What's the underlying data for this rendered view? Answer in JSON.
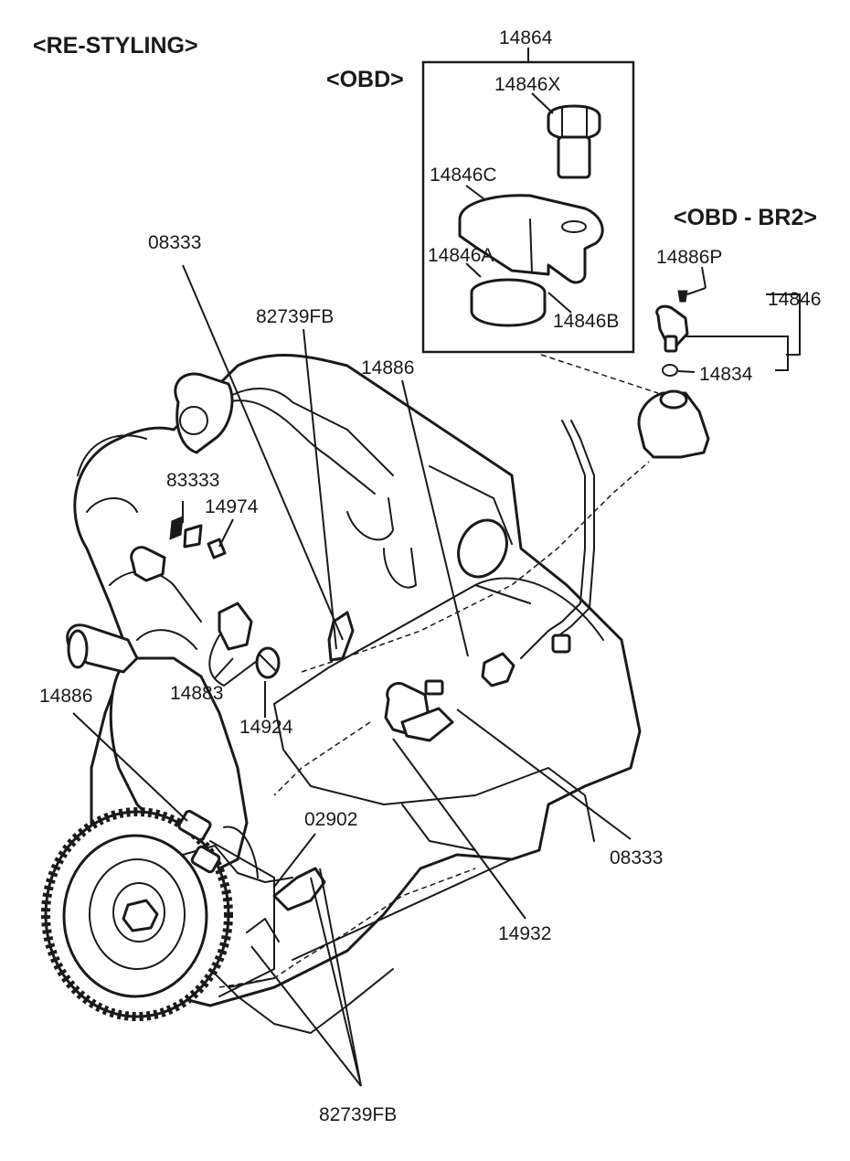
{
  "headers": {
    "restyling": "<RE-STYLING>",
    "obd": "<OBD>",
    "obd_br2": "<OBD - BR2>"
  },
  "part_labels": {
    "p14864": "14864",
    "p14846x": "14846X",
    "p14846c": "14846C",
    "p14846a": "14846A",
    "p14846b": "14846B",
    "p14886p": "14886P",
    "p14846": "14846",
    "p14834": "14834",
    "p08333_top": "08333",
    "p82739fb_top": "82739FB",
    "p14886_mid": "14886",
    "p83333": "83333",
    "p14974": "14974",
    "p14886_left": "14886",
    "p14883": "14883",
    "p14924": "14924",
    "p02902": "02902",
    "p08333_right": "08333",
    "p14932": "14932",
    "p82739fb_bottom": "82739FB"
  }
}
